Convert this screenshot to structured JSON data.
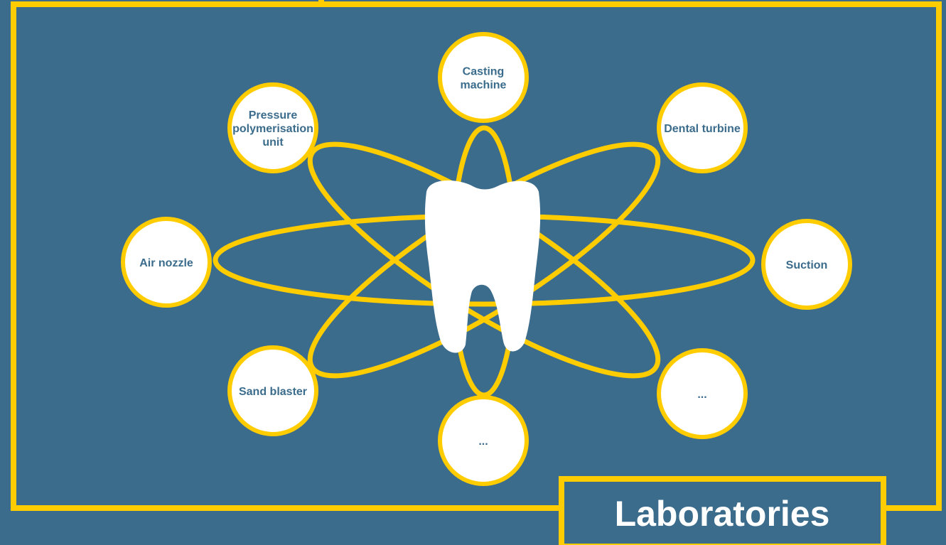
{
  "colors": {
    "background": "#3b6c8c",
    "frame": "#ffcc00",
    "node_fill": "#ffffff",
    "node_text": "#3b6c8c",
    "tooth": "#ffffff",
    "title_text": "#ffffff"
  },
  "center_icon": "tooth-icon",
  "title": "Laboratories",
  "nodes": [
    {
      "id": "casting-machine",
      "lines": [
        "Casting",
        "machine"
      ]
    },
    {
      "id": "dental-turbine",
      "lines": [
        "Dental turbine"
      ]
    },
    {
      "id": "suction",
      "lines": [
        "Suction"
      ]
    },
    {
      "id": "more-right",
      "lines": [
        "..."
      ]
    },
    {
      "id": "more-bottom",
      "lines": [
        "..."
      ]
    },
    {
      "id": "sand-blaster",
      "lines": [
        "Sand blaster"
      ]
    },
    {
      "id": "air-nozzle",
      "lines": [
        "Air nozzle"
      ]
    },
    {
      "id": "pressure-polymerisation-unit",
      "lines": [
        "Pressure",
        "polymerisation",
        "unit"
      ]
    }
  ]
}
